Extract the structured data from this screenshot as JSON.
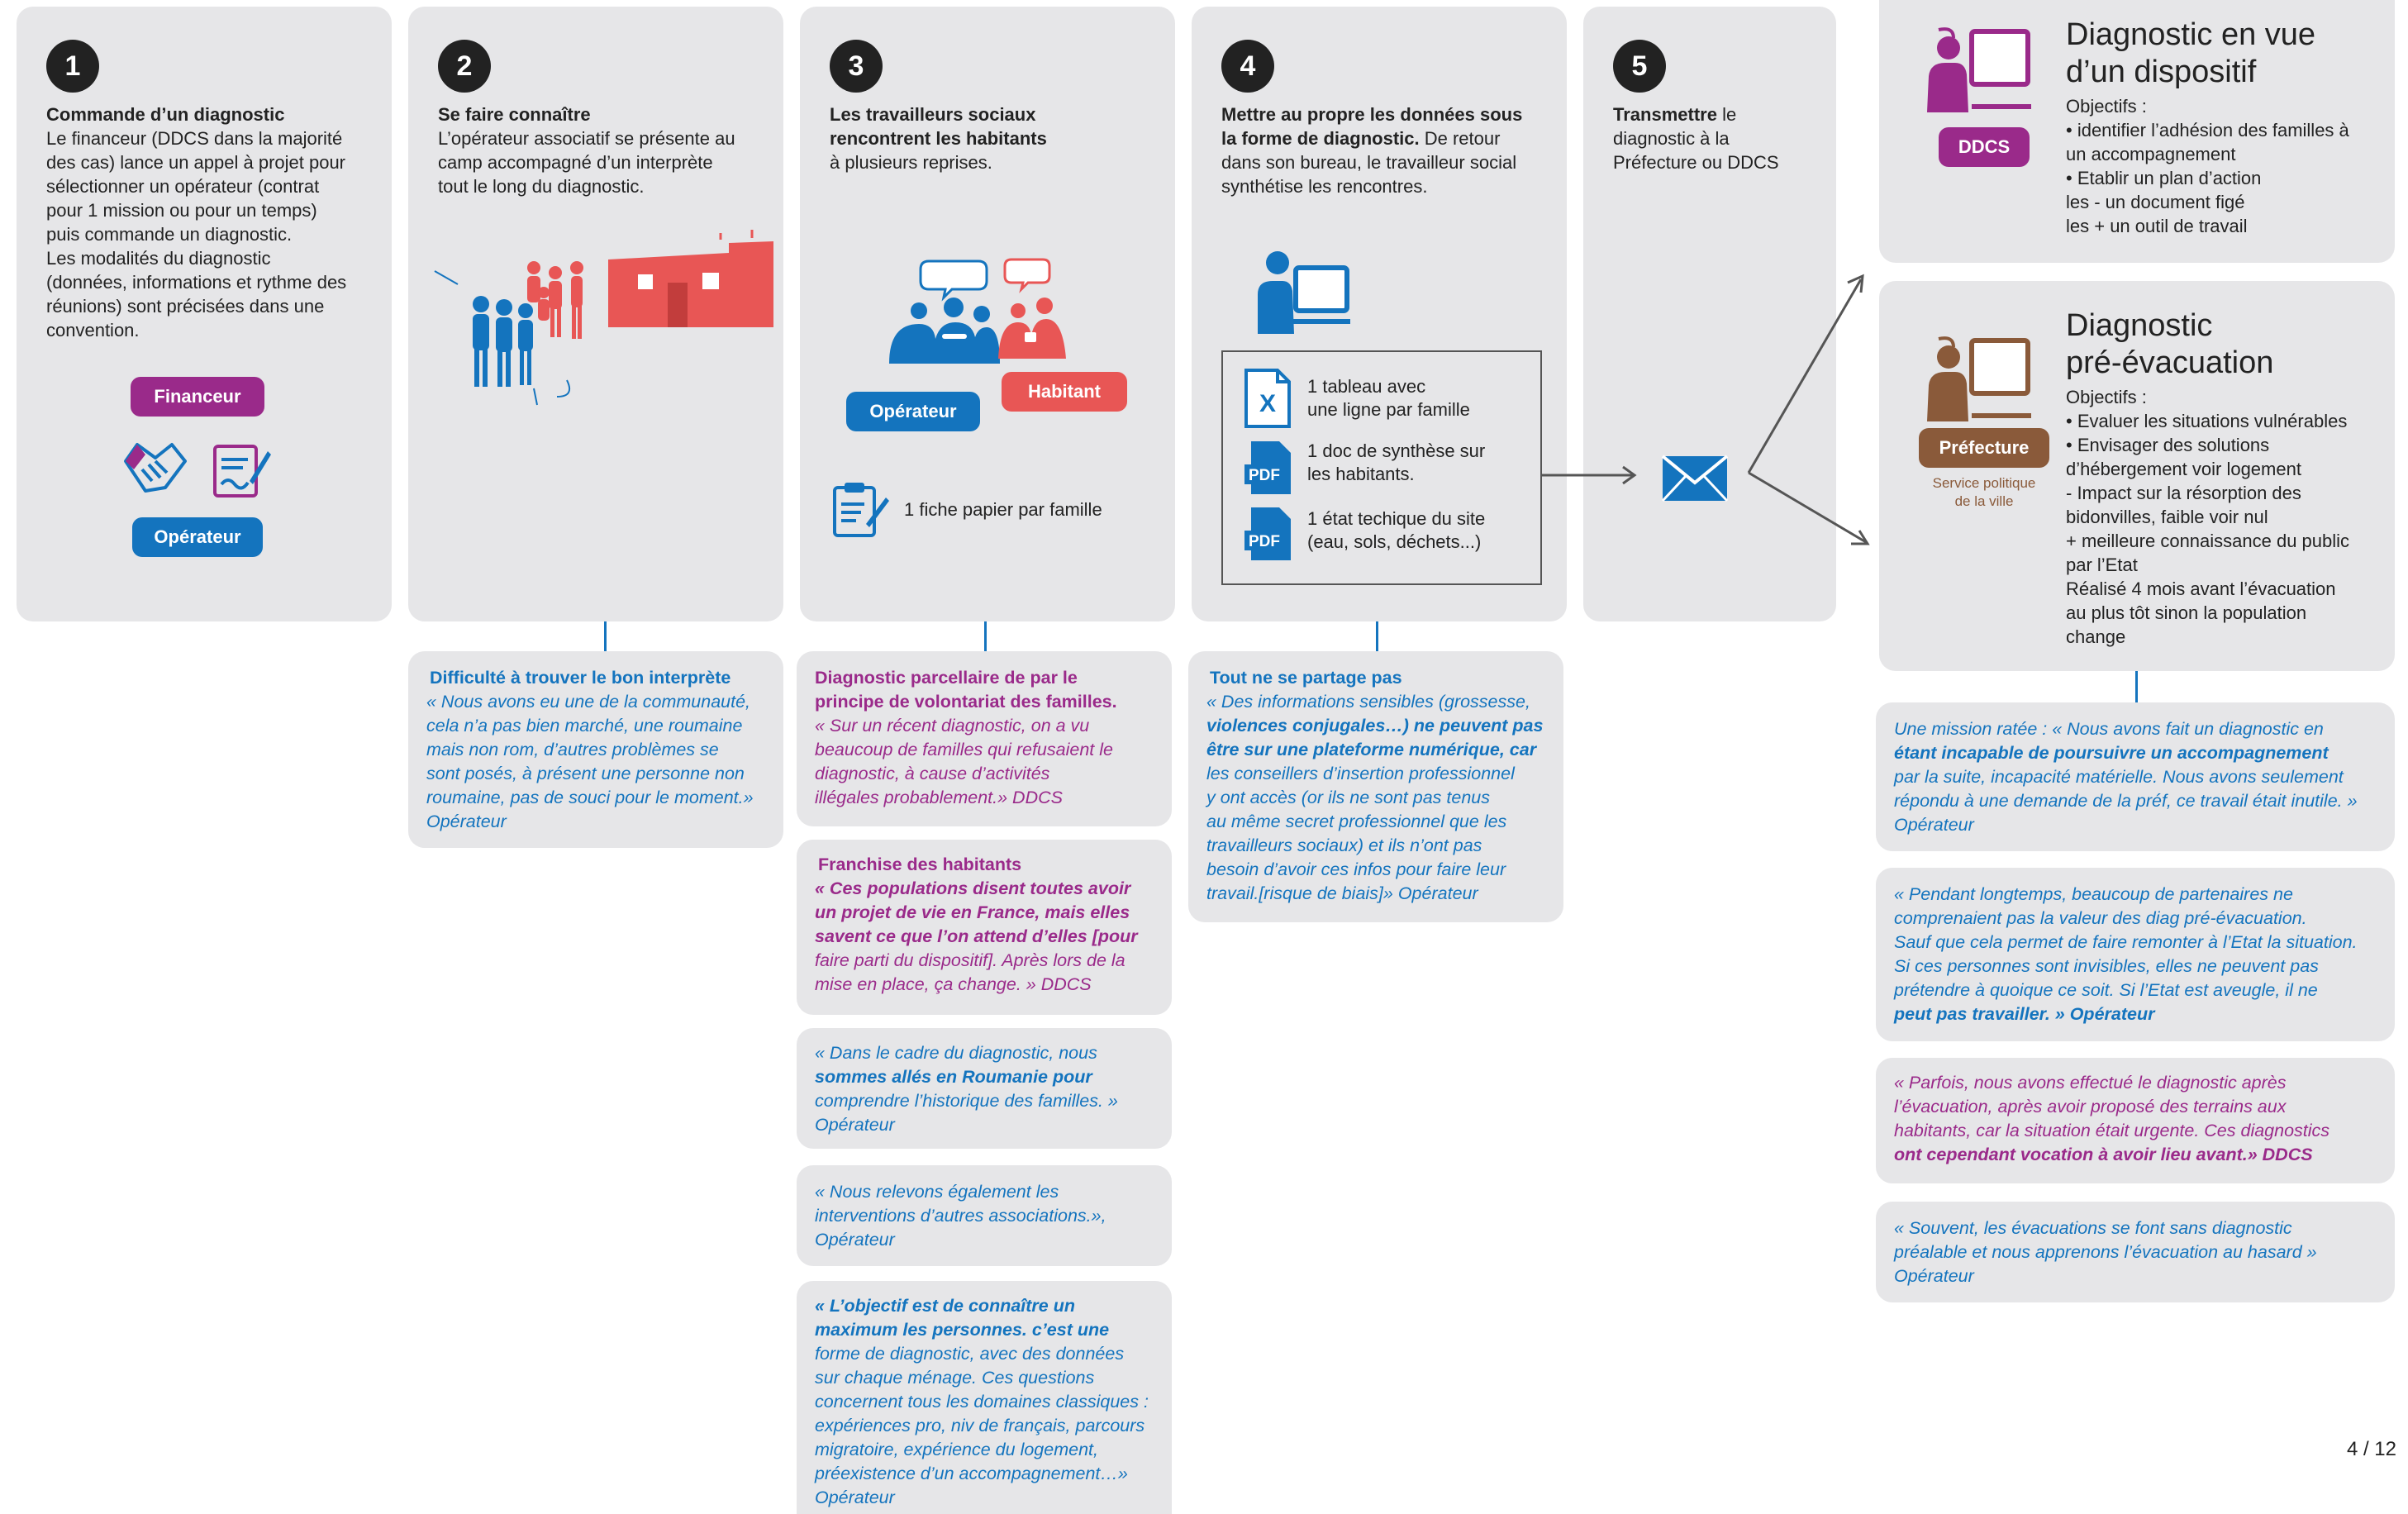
{
  "colors": {
    "blue": "#1474be",
    "purple": "#9a2a8a",
    "red": "#e85655",
    "brown": "#8a5a3a",
    "card": "#e6e6e8"
  },
  "steps": [
    {
      "number": "1",
      "title": "Commande d’un diagnostic",
      "lines": [
        "Le financeur (DDCS dans la majorité",
        "des cas) lance un appel à projet pour",
        "sélectionner un opérateur (contrat",
        "pour 1 mission ou pour un temps)",
        "puis commande un diagnostic.",
        "Les modalités du diagnostic",
        "(données, informations et rythme des",
        "réunions) sont précisées dans une",
        "convention."
      ],
      "badge_financeur": "Financeur",
      "badge_operateur": "Opérateur"
    },
    {
      "number": "2",
      "title": "Se faire connaître",
      "lines": [
        "L’opérateur associatif se présente au",
        "camp accompagné d’un interprète",
        "tout le long du diagnostic."
      ]
    },
    {
      "number": "3",
      "title_lines": [
        "Les travailleurs sociaux",
        "rencontrent les habitants"
      ],
      "lines": [
        "à plusieurs reprises."
      ],
      "badge_operateur": "Opérateur",
      "badge_habitant": "Habitant",
      "fiche": "1 fiche papier par famille"
    },
    {
      "number": "4",
      "title_lines": [
        "Mettre au propre les données sous",
        "la forme de diagnostic."
      ],
      "title_suffix": " De retour",
      "lines": [
        "dans son bureau, le travailleur social",
        "synthétise les rencontres."
      ],
      "docs": [
        {
          "icon": "X",
          "lines": [
            "1 tableau avec",
            "une ligne par famille"
          ]
        },
        {
          "icon": "PDF",
          "lines": [
            "1 doc de synthèse sur",
            "les habitants."
          ]
        },
        {
          "icon": "PDF",
          "lines": [
            "1 état techique du site",
            "(eau, sols, déchets...)"
          ]
        }
      ]
    },
    {
      "number": "5",
      "title": "Transmettre",
      "title_suffix": " le",
      "lines": [
        "diagnostic à la",
        "Préfecture ou DDCS"
      ]
    }
  ],
  "outcomes": [
    {
      "title_lines": [
        "Diagnostic en vue",
        "d’un dispositif"
      ],
      "badge": "DDCS",
      "lines": [
        "Objectifs :",
        "• identifier l’adhésion des familles à",
        "un accompagnement",
        "• Etablir un plan d’action",
        "les - un document figé",
        "les + un outil de travail"
      ]
    },
    {
      "title_lines": [
        "Diagnostic",
        "pré-évacuation"
      ],
      "badge": "Préfecture",
      "badge_sub_lines": [
        "Service politique",
        "de la ville"
      ],
      "lines": [
        "Objectifs :",
        "• Evaluer les situations vulnérables",
        "• Envisager des solutions",
        "d’hébergement voir logement",
        "- Impact sur la résorption des",
        "bidonvilles, faible voir nul",
        "+ meilleure connaissance du public",
        "par l’Etat",
        "Réalisé  4 mois avant l’évacuation",
        "au plus tôt sinon la population",
        "change"
      ]
    }
  ],
  "quotes": {
    "q2": {
      "title": "Difficulté à trouver le bon interprète",
      "lines": [
        "« Nous avons eu une de la communauté,",
        "cela n’a pas bien marché, une roumaine",
        "mais non rom, d’autres problèmes se",
        "sont posés, à présent une personne non",
        "roumaine, pas de souci pour le moment.»",
        "Opérateur"
      ]
    },
    "q3a": {
      "title_lines": [
        "Diagnostic parcellaire de par le",
        "principe de volontariat des familles."
      ],
      "lines": [
        "« Sur un récent diagnostic, on a vu",
        "beaucoup de familles qui refusaient le",
        "diagnostic, à cause d’activités",
        "illégales probablement.» DDCS"
      ]
    },
    "q3b": {
      "title": "Franchise des habitants",
      "lines": [
        "« Ces populations disent toutes avoir",
        "un projet de vie en France, mais elles",
        "savent ce que l’on attend d’elles [pour",
        "faire parti du dispositif]. Après lors de la",
        "mise en place, ça change. » DDCS"
      ]
    },
    "q3c": {
      "lines": [
        "« Dans le cadre du diagnostic, nous",
        "sommes allés en Roumanie pour",
        "comprendre l’historique des familles. »",
        "Opérateur"
      ]
    },
    "q3d": {
      "lines": [
        "« Nous relevons également les",
        "interventions d’autres associations.»,",
        "Opérateur"
      ]
    },
    "q3e": {
      "lines": [
        "« L’objectif est de connaître un",
        "maximum les personnes. c’est une",
        "forme de diagnostic, avec des données",
        "sur chaque ménage. Ces questions",
        "concernent tous les domaines classiques :",
        "expériences pro, niv de français, parcours",
        "migratoire, expérience du logement,",
        "préexistence d’un accompagnement…»",
        "Opérateur"
      ]
    },
    "q4": {
      "title": "Tout ne se partage pas",
      "lines": [
        "« Des informations sensibles (grossesse,",
        "violences conjugales…) ne peuvent pas",
        "être sur une plateforme numérique, car",
        "les conseillers d’insertion professionnel",
        "y ont accès (or ils ne sont pas tenus",
        "au même secret professionnel que les",
        "travailleurs sociaux) et ils n’ont pas",
        "besoin d’avoir ces infos pour faire leur",
        "travail.[risque de biais]» Opérateur"
      ]
    },
    "q6a": {
      "lines": [
        "Une mission ratée : « Nous avons fait un diagnostic en",
        "étant incapable de poursuivre un accompagnement",
        "par la suite, incapacité matérielle. Nous avons seulement",
        "répondu à une demande de la préf, ce travail était inutile. »",
        "Opérateur"
      ]
    },
    "q6b": {
      "lines": [
        "« Pendant longtemps, beaucoup de partenaires ne",
        "comprenaient pas la valeur des diag pré-évacuation.",
        "Sauf que cela permet de faire remonter à l’Etat la situation.",
        "Si ces personnes sont invisibles, elles ne peuvent pas",
        "prétendre à quoique ce soit. Si l’Etat est aveugle, il ne",
        "peut pas travailler. » Opérateur"
      ]
    },
    "q6c": {
      "lines": [
        "« Parfois, nous avons effectué le diagnostic après",
        "l’évacuation, après avoir proposé des terrains aux",
        "habitants, car la situation était urgente. Ces diagnostics",
        "ont cependant vocation à avoir lieu avant.» DDCS"
      ]
    },
    "q6d": {
      "lines": [
        "« Souvent, les évacuations se font sans diagnostic",
        "préalable et nous apprenons l’évacuation au hasard »",
        " Opérateur"
      ]
    }
  },
  "icons": [
    "handshake-icon",
    "contract-icon",
    "family-icon",
    "house-icon",
    "speech-bubble-icon",
    "form-icon",
    "computer-worker-icon",
    "excel-icon",
    "pdf-icon",
    "envelope-icon",
    "arrow-icon"
  ],
  "page_number": "4 / 12"
}
